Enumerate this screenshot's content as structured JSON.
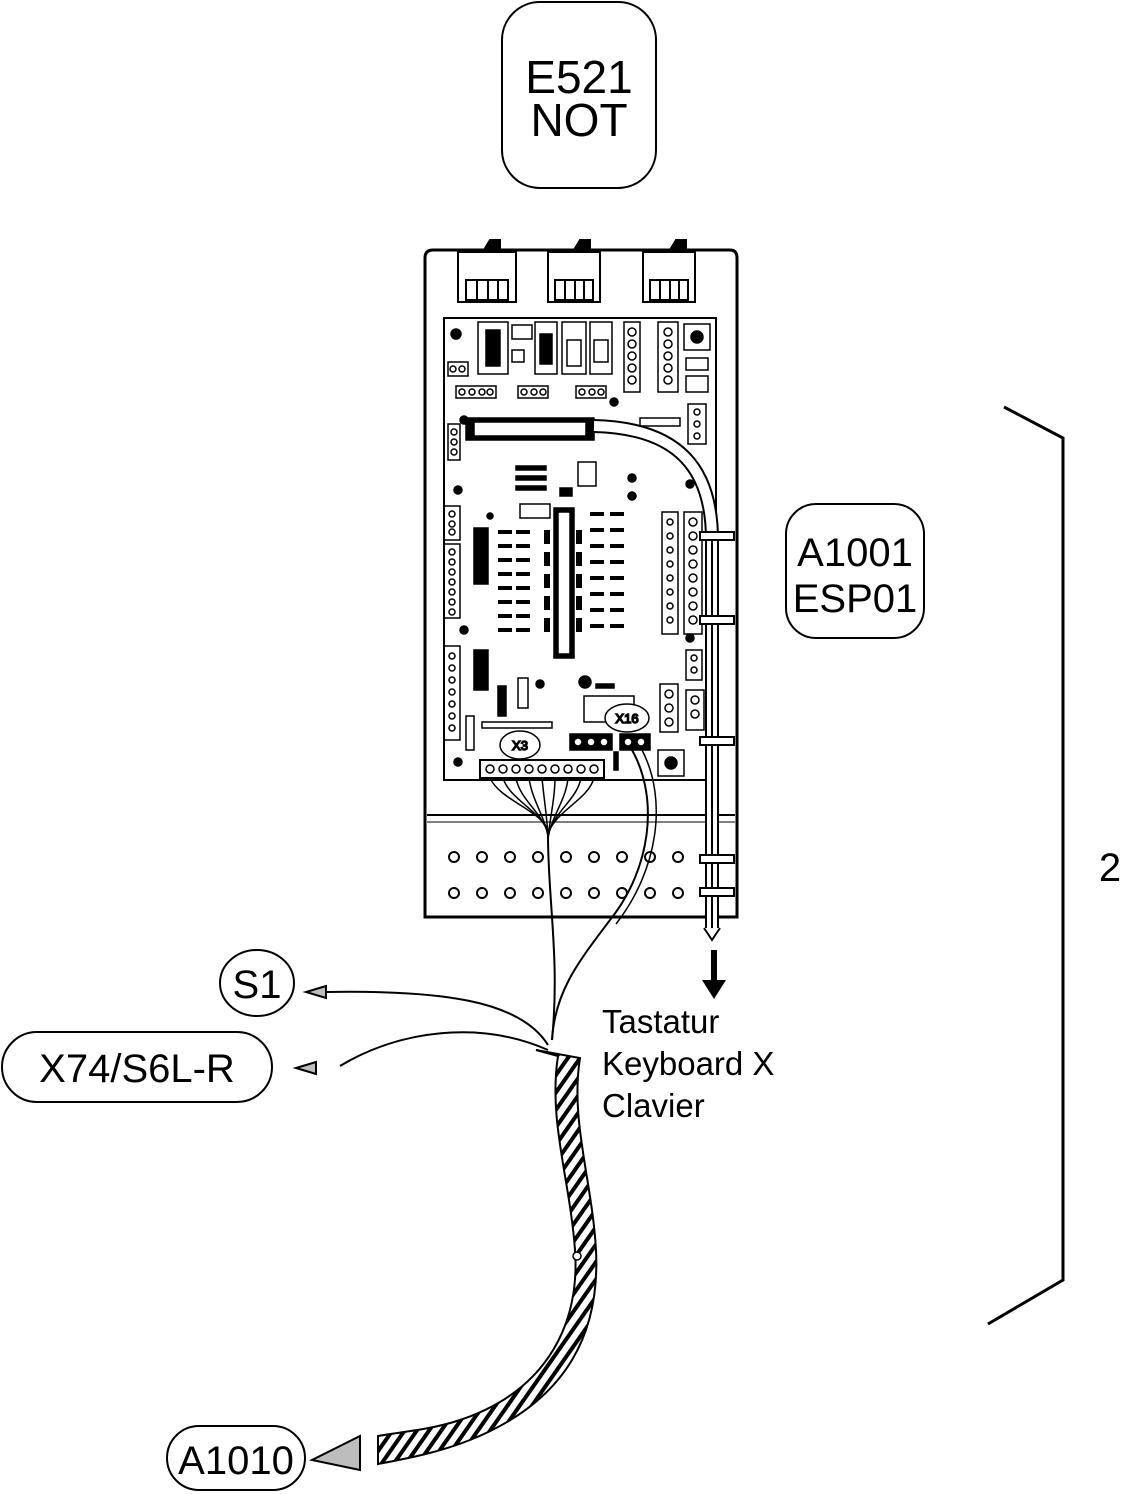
{
  "labels": {
    "e521_line1": "E521",
    "e521_line2": "NOT",
    "a1001_line1": "A1001",
    "a1001_line2": "ESP01",
    "s1": "S1",
    "x74": "X74/S6L-R",
    "a1010": "A1010",
    "bracket_number": "2",
    "keyboard_line1": "Tastatur",
    "keyboard_line2": "Keyboard X",
    "keyboard_line3": "Clavier",
    "connector_x3": "X3",
    "connector_x16": "X16"
  },
  "colors": {
    "line": "#000000",
    "background": "#ffffff",
    "arrowhead": "#bdbdbd"
  }
}
